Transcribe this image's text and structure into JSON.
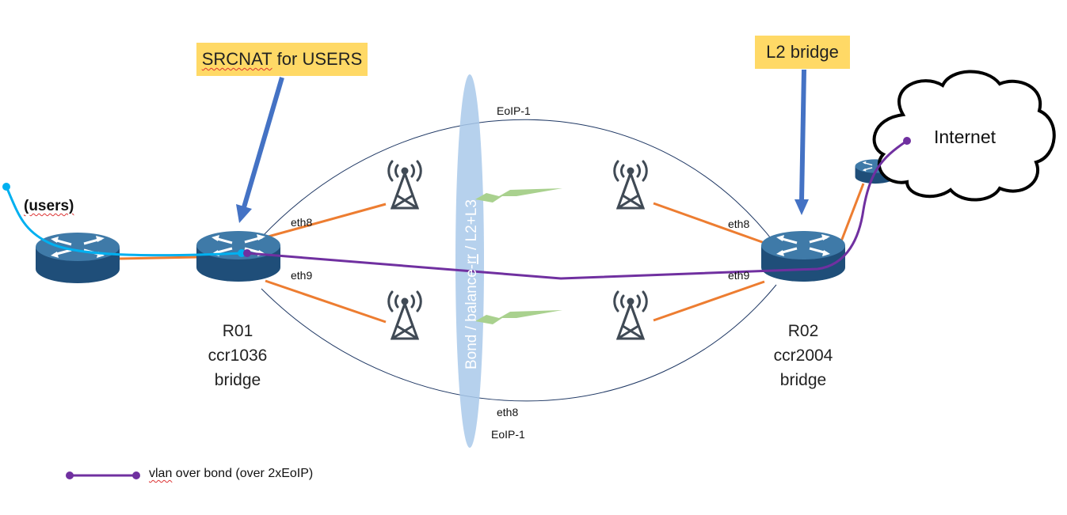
{
  "callouts": {
    "srcnat": {
      "pre": "SRCNAT",
      "post": " for USERS"
    },
    "l2bridge": "L2 bridge"
  },
  "routers": {
    "r01": [
      "R01",
      "ccr1036",
      "bridge"
    ],
    "r02": [
      "R02",
      "ccr2004",
      "bridge"
    ]
  },
  "labels": {
    "users": "(users)",
    "internet": "Internet",
    "eoip_top": "EoIP-1",
    "eoip_bottom": "EoIP-1",
    "eth8_left": "eth8",
    "eth9_left": "eth9",
    "eth8_right": "eth8",
    "eth9_right": "eth9",
    "eth8_bottom": "eth8",
    "bond": {
      "pre": "Bond / balance-",
      "rr": "rr",
      "post": " / L2+L3"
    }
  },
  "legend": {
    "pre": "",
    "vlan": "vlan",
    "post": " over bond (over 2xEoIP)"
  },
  "colors": {
    "router_top": "#3f7aa8",
    "router_side": "#1f4e79",
    "link_orange": "#ed7d31",
    "vlan_purple": "#7030a0",
    "users_cyan": "#00b0f0",
    "arrow_blue": "#4472c4",
    "bond_ellipse": "#a9c9ea",
    "callout_yellow": "#ffd966",
    "wireless_green": "#a9d18e",
    "tower_gray": "#404a55"
  }
}
